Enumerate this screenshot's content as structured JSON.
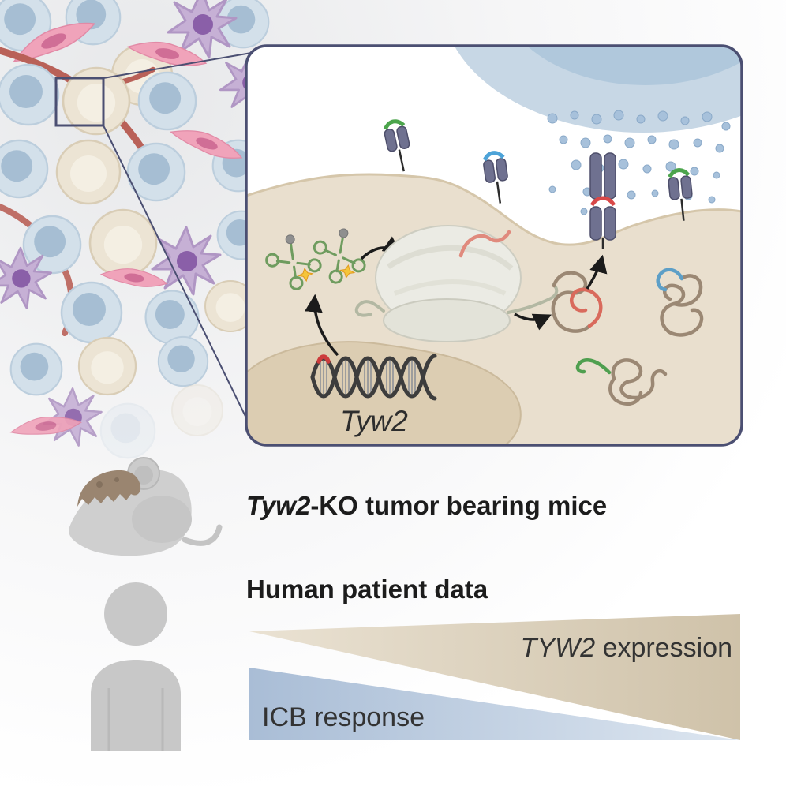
{
  "panel": {
    "gene": "Tyw2"
  },
  "mouse": {
    "gene": "Tyw2",
    "rest": "-KO tumor bearing mice"
  },
  "human": {
    "label": "Human patient data"
  },
  "wedge": {
    "gene": "TYW2",
    "expr": " expression",
    "icb": "ICB response"
  },
  "colors": {
    "panel_border": "#4b4f72",
    "membrane": "#e9dfce",
    "nucleus": "#dccdb2",
    "t_cell": "#c7d7e5",
    "trna": "#6f9c5f",
    "mhc": "#6f7190",
    "peptide_green": "#4ca54c",
    "peptide_blue": "#4da3d8",
    "peptide_red": "#d84848",
    "expression_wedge": "#d6c9b2",
    "icb_wedge": "#b3c4d9"
  }
}
